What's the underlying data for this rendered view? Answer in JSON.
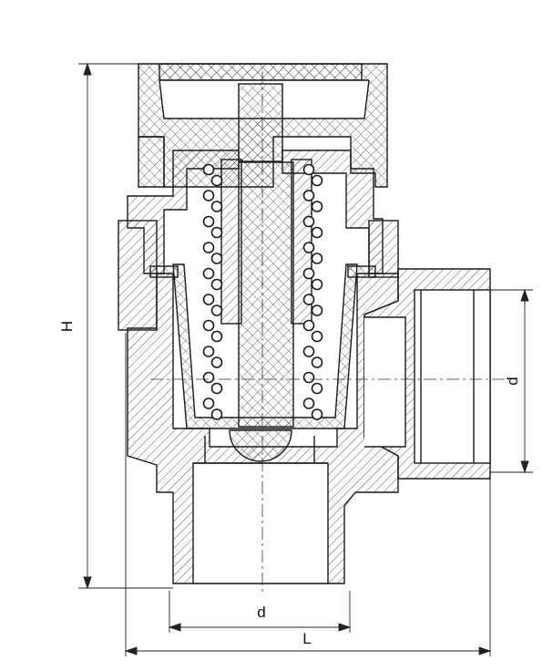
{
  "dimensions": {
    "height_label": "H",
    "side_port_label": "d",
    "bottom_port_label": "d",
    "length_label": "L"
  },
  "colors": {
    "line": "#1a1a1a",
    "hatch": "#4a4a4a",
    "background": "#ffffff"
  }
}
